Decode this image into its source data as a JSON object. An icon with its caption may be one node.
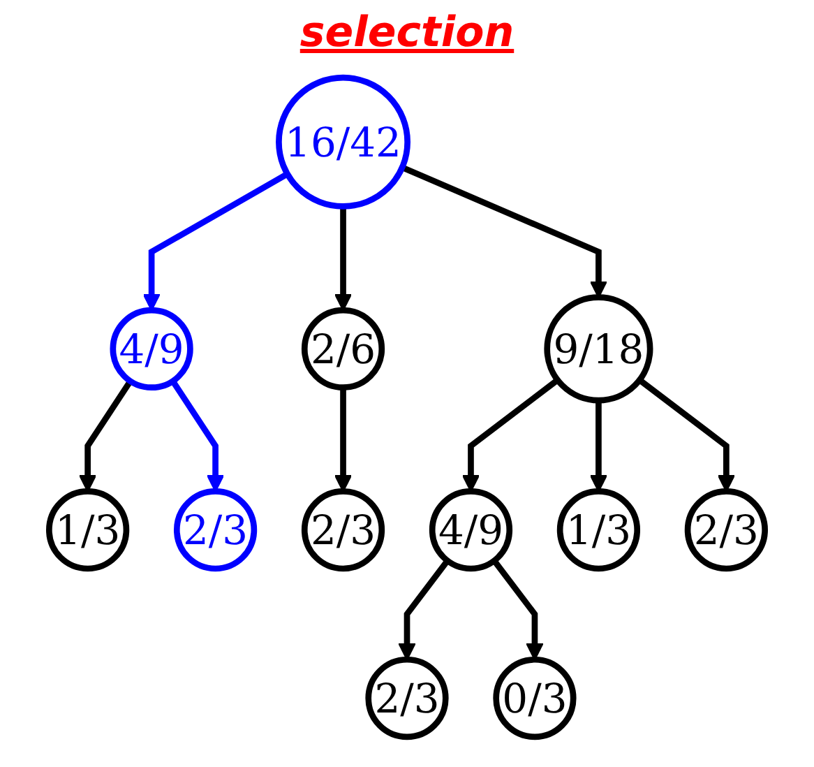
{
  "diagram": {
    "title": "selection",
    "nodes": [
      {
        "text": [
          "16/42"
        ]
      },
      {
        "text": [
          "4/9"
        ]
      },
      {
        "text": [
          "2/6"
        ]
      },
      {
        "text": [
          "9/18"
        ]
      },
      {
        "text": [
          "1/3"
        ]
      },
      {
        "text": [
          "2/3"
        ]
      },
      {
        "text": [
          "2/3"
        ]
      },
      {
        "text": [
          "4/9"
        ]
      },
      {
        "text": [
          "1/3"
        ]
      },
      {
        "text": [
          "2/3"
        ]
      },
      {
        "text": [
          "2/3"
        ]
      },
      {
        "text": [
          "0/3"
        ]
      }
    ],
    "edges": [
      {
        "from": 0,
        "to": 1,
        "arrow": "to",
        "color": "#0000ff"
      },
      {
        "from": 0,
        "to": 2,
        "arrow": "to"
      },
      {
        "from": 0,
        "to": 3,
        "arrow": "to"
      },
      {
        "from": 1,
        "to": 4,
        "arrow": "to"
      },
      {
        "from": 1,
        "to": 5,
        "arrow": "to",
        "color": "#0000ff"
      },
      {
        "from": 2,
        "to": 6,
        "arrow": "to"
      },
      {
        "from": 3,
        "to": 7,
        "arrow": "to"
      },
      {
        "from": 3,
        "to": 8,
        "arrow": "to"
      },
      {
        "from": 3,
        "to": 9,
        "arrow": "to"
      },
      {
        "from": 7,
        "to": 10,
        "arrow": "to"
      },
      {
        "from": 7,
        "to": 11,
        "arrow": "to"
      }
    ]
  }
}
